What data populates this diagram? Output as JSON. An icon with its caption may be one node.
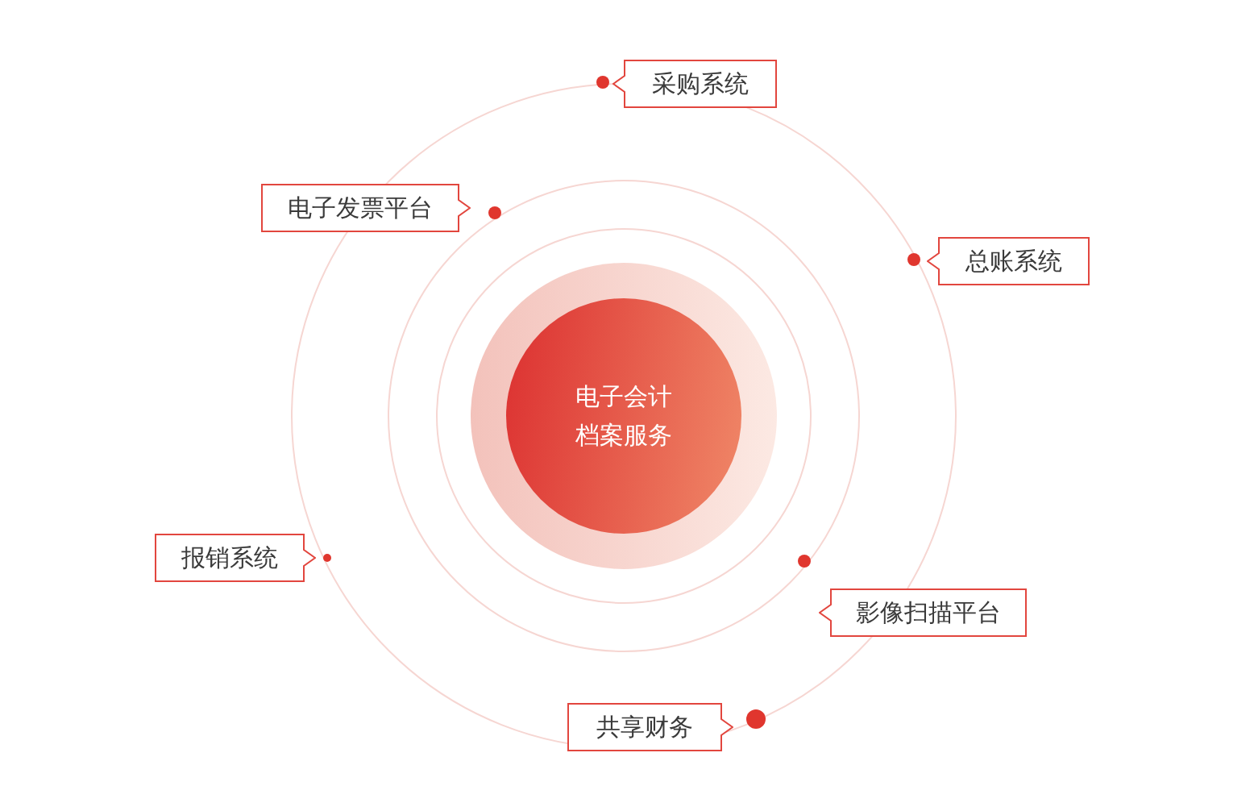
{
  "diagram": {
    "nodes": [
      {
        "text": [
          "采购系统"
        ]
      },
      {
        "text": [
          "电子发票平台"
        ]
      },
      {
        "text": [
          "总账系统"
        ]
      },
      {
        "text": [
          "电子会计档案服务"
        ]
      },
      {
        "text": [
          "报销系统"
        ]
      },
      {
        "text": [
          "影像扫描平台"
        ]
      },
      {
        "text": [
          "共享财务"
        ]
      }
    ]
  }
}
